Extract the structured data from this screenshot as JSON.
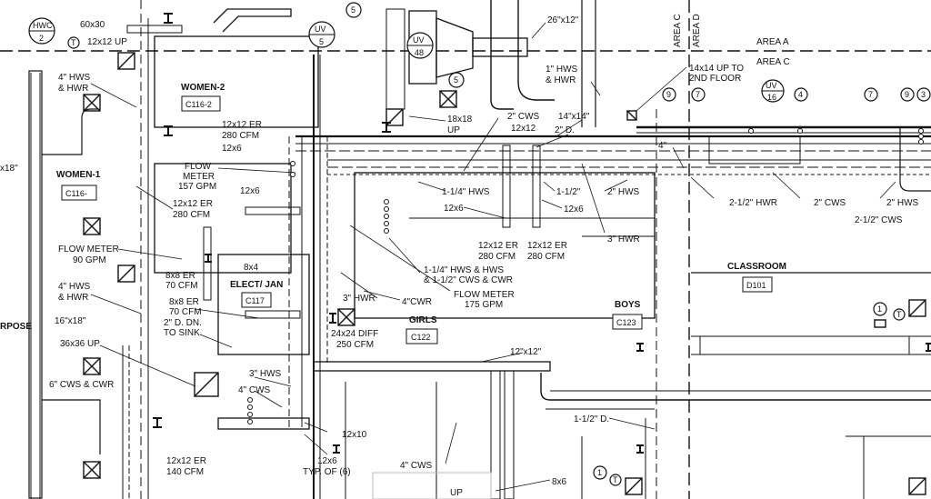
{
  "rooms": {
    "women2": {
      "name": "WOMEN-2",
      "tag": "C116-2"
    },
    "women1": {
      "name": "WOMEN-1",
      "tag": "C116-"
    },
    "elect": {
      "name": "ELECT/ JAN",
      "tag": "C117"
    },
    "girls": {
      "name": "GIRLS",
      "tag": "C122"
    },
    "boys": {
      "name": "BOYS",
      "tag": "C123"
    },
    "classroom": {
      "name": "CLASSROOM",
      "tag": "D101"
    },
    "purpose_partial": {
      "name": "RPOSE"
    }
  },
  "areas": {
    "area_a": "AREA A",
    "area_c": "AREA C",
    "area_c_vert": "AREA C",
    "area_d_vert": "AREA D"
  },
  "equipment": {
    "hwc": {
      "top": "HWC",
      "num": "2"
    },
    "uv5": {
      "top": "UV",
      "num": "5"
    },
    "uv48": {
      "top": "UV",
      "num": "48"
    },
    "uv16": {
      "top": "UV",
      "num": "16"
    },
    "thermostat": "T",
    "keys": [
      "5",
      "5",
      "9",
      "7",
      "4",
      "7",
      "9",
      "3",
      "1",
      "1"
    ]
  },
  "labels": {
    "duct_60x30": "60x30",
    "duct_12x12_up": "12x12  UP",
    "hws_hwr_4_top": "4\" HWS",
    "hws_hwr_4_top2": "& HWR",
    "x18_left": "x18\"",
    "er_12x12_280_a1": "12x12 ER",
    "er_12x12_280_a2": "280 CFM",
    "er_12x6_a": "12x6",
    "fm_157_1": "FLOW",
    "fm_157_2": "METER",
    "fm_157_3": "157 GPM",
    "duct_12x6_b": "12x6",
    "er_12x12_280_b1": "12x12 ER",
    "er_12x12_280_b2": "280 CFM",
    "fm_90_1": "FLOW METER",
    "fm_90_2": "90 GPM",
    "er_8x8_70_a1": "8x8 ER",
    "er_8x8_70_a2": "70 CFM",
    "duct_8x4": "8x4",
    "hws_hwr_4_mid": "4\" HWS",
    "hws_hwr_4_mid2": "& HWR",
    "er_8x8_70_b1": "8x8 ER",
    "er_8x8_70_b2": "70 CFM",
    "d_dn_2": "2\" D. DN.",
    "to_sink": "TO SINK",
    "duct_16x18": "16\"x18\"",
    "duct_36x36_up": "36x36 UP",
    "cws_cwr_6": "6\" CWS & CWR",
    "hws_3": "3\" HWS",
    "cws_4_a": "4\" CWS",
    "er_12x12_140_1": "12x12 ER",
    "er_12x12_140_2": "140 CFM",
    "duct_12x10": "12x10",
    "duct_12x6_typ1": "12x6",
    "duct_12x6_typ2": "TYP. OF (6)",
    "cws_4_b": "4\" CWS",
    "duct_8x6": "8x6",
    "up_faint": "UP",
    "duct_26x12": "26\"x12\"",
    "hws_hwr_1_1": "1\" HWS",
    "hws_hwr_1_2": "& HWR",
    "up_14x14_1": "14x14 UP TO",
    "up_14x14_2": "2ND FLOOR",
    "duct_18x18_1": "18x18",
    "duct_18x18_2": "UP",
    "cws_2_top": "2\" CWS",
    "duct_12x12_c": "12x12",
    "duct_14x14": "14\"x14\"",
    "d_2": "2\" D.",
    "pipe_4_short": "4\"",
    "hws_1_14": "1-1/4\" HWS",
    "hws_1_12": "1-1/2\"",
    "hws_2_a": "2\" HWS",
    "duct_12x6_c": "12x6",
    "duct_12x6_d": "12x6",
    "er_12x12_280_c1": "12x12 ER",
    "er_12x12_280_c2": "280 CFM",
    "er_12x12_280_d1": "12x12 ER",
    "er_12x12_280_d2": "280 CFM",
    "hwr_3_a": "3\" HWR",
    "combo_1": "1-1/4\" HWS & HWS",
    "combo_2": "& 1-1/2\" CWS & CWR",
    "fm_175_1": "FLOW METER",
    "fm_175_2": "175 GPM",
    "hwr_3_b": "3\" HWR",
    "cwr_4": "4\"CWR",
    "diff_24x24_1": "24x24 DIFF",
    "diff_24x24_2": "250 CFM",
    "duct_12x12_d": "12\"x12\"",
    "hwr_2_12": "2-1/2\" HWR",
    "cws_2_b": "2\" CWS",
    "hws_2_b": "2\" HWS",
    "cws_2_12": "2-1/2\" CWS",
    "d_1_12": "1-1/2\" D."
  }
}
